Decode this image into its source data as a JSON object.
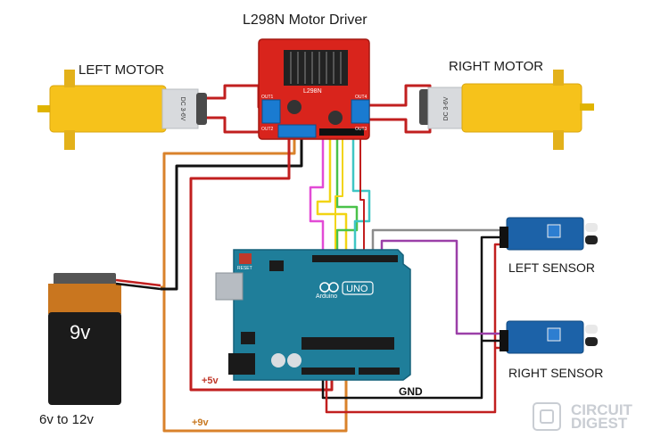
{
  "labels": {
    "title": "L298N Motor Driver",
    "left_motor": "LEFT MOTOR",
    "right_motor": "RIGHT MOTOR",
    "left_sensor": "LEFT SENSOR",
    "right_sensor": "RIGHT SENSOR",
    "battery_value": "9v",
    "battery_range": "6v to 12v",
    "plus5v": "+5v",
    "plus9v": "+9v",
    "gnd": "GND"
  },
  "board": {
    "driver_name": "L298N",
    "driver_pins": [
      "OUT1",
      "OUT2",
      "OUT3",
      "OUT4"
    ],
    "motor_label": "DC 3-6V",
    "arduino_brand": "Arduino",
    "arduino_model": "UNO",
    "reset_label": "RESET"
  },
  "watermark": {
    "line1": "CIRCUIT",
    "line2": "DIGEST"
  },
  "colors": {
    "driver_red": "#d9241c",
    "arduino_teal": "#1f7e9a",
    "motor_yellow": "#f6c21b",
    "sensor_blue": "#1c62a8",
    "battery_orange": "#c9761f",
    "wire_red": "#c11f1f",
    "wire_black": "#111111",
    "wire_orange": "#d9822b",
    "wire_purple": "#9b3fa8",
    "wire_gray": "#8c8c8c"
  }
}
